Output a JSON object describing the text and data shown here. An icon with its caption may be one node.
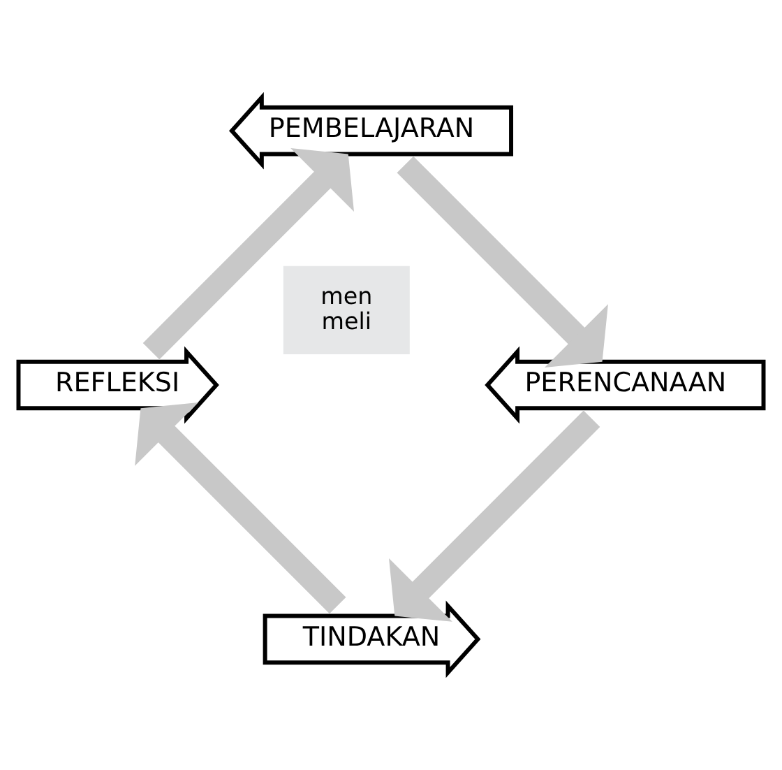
{
  "diagram": {
    "nodes": [
      {
        "text": [
          "TINDAKAN"
        ]
      },
      {
        "text": [
          "REFLEKSI"
        ]
      },
      {
        "text": [
          "PEMBELAJARAN"
        ]
      },
      {
        "text": [
          "PERENCANAAN"
        ]
      }
    ],
    "edges": [
      {
        "from": 0,
        "to": 1,
        "arrow": "to"
      },
      {
        "from": 1,
        "to": 2,
        "arrow": "to"
      },
      {
        "from": 2,
        "to": 3,
        "arrow": "to"
      },
      {
        "from": 3,
        "to": 0,
        "arrow": "to"
      }
    ],
    "labels": [
      "men",
      "meli"
    ]
  }
}
